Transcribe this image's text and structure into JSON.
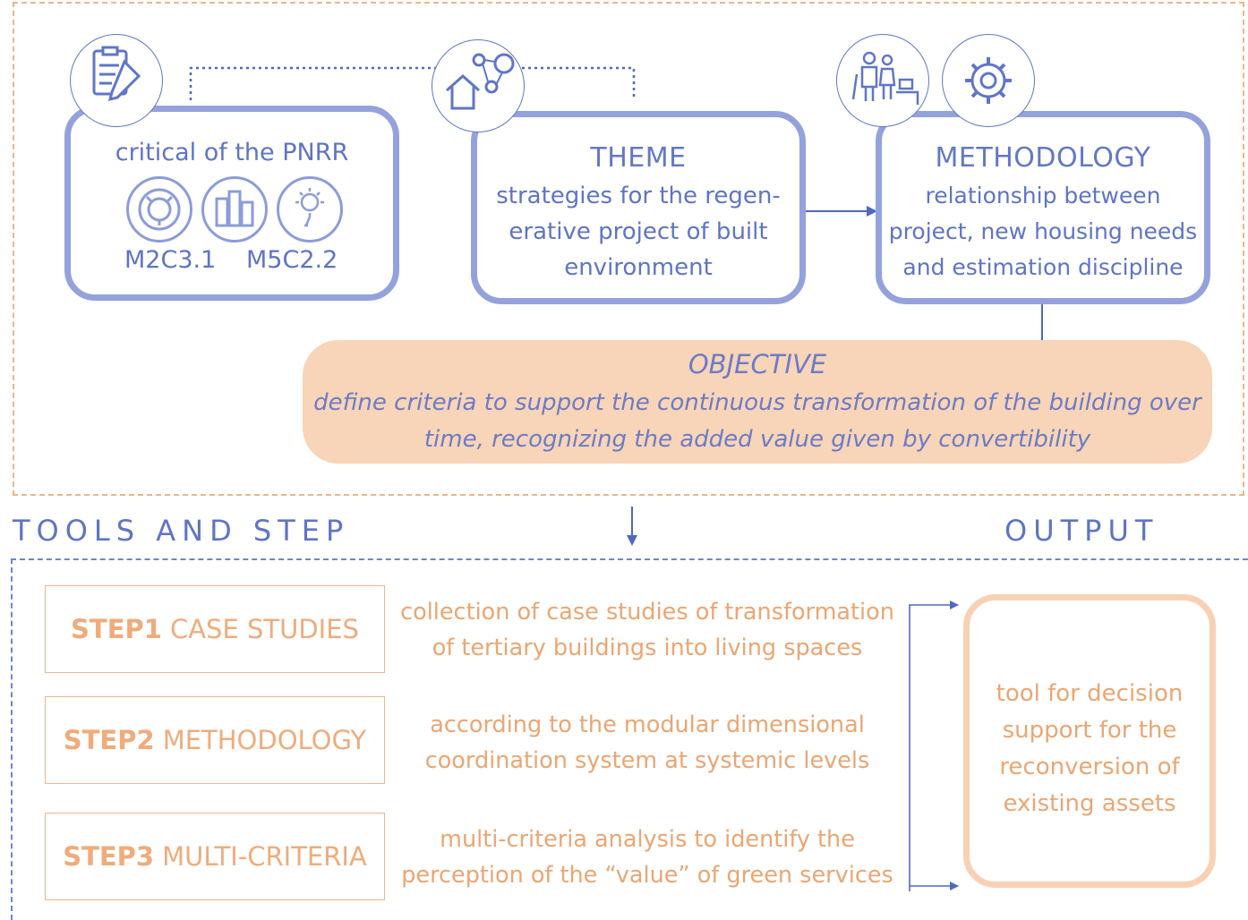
{
  "top_row": {
    "pnrr_box": {
      "title": "critical of the PNRR",
      "codes": [
        "M2C3.1",
        "M5C2.2"
      ]
    },
    "theme_box": {
      "title": "THEME",
      "lines": [
        "strategies for the regen-",
        "erative project of built",
        "environment"
      ]
    },
    "methodology_box": {
      "title": "METHODOLOGY",
      "lines": [
        "relationship between",
        "project, new housing needs",
        "and estimation discipline"
      ]
    }
  },
  "icons": [
    "clipboard-pencil-icon",
    "house-network-icon",
    "people-icon",
    "gear-icon",
    "recycle-icon",
    "buildings-icon",
    "sun-plug-icon"
  ],
  "objective": {
    "title": "OBJECTIVE",
    "lines": [
      "define criteria to support the continuous transformation of the building over",
      "time, recognizing the added value given by convertibility"
    ]
  },
  "sections": {
    "tools_label": "TOOLS AND STEP",
    "output_label": "OUTPUT"
  },
  "steps": [
    {
      "num": "STEP1",
      "name": "CASE STUDIES",
      "desc": [
        "collection of case studies of transformation",
        "of tertiary buildings into living spaces"
      ]
    },
    {
      "num": "STEP2",
      "name": "METHODOLOGY",
      "desc": [
        "according to the modular dimensional",
        "coordination system at systemic levels"
      ]
    },
    {
      "num": "STEP3",
      "name": "MULTI-CRITERIA",
      "desc": [
        "multi-criteria analysis to identify the",
        "perception of the “value” of green services"
      ]
    }
  ],
  "output": {
    "lines": [
      "tool for decision",
      "support for the",
      "reconversion of",
      "existing assets"
    ]
  },
  "colors": {
    "blue": "#7b8fd2",
    "orange": "#f0b48a",
    "peach": "#f8d3b6"
  }
}
